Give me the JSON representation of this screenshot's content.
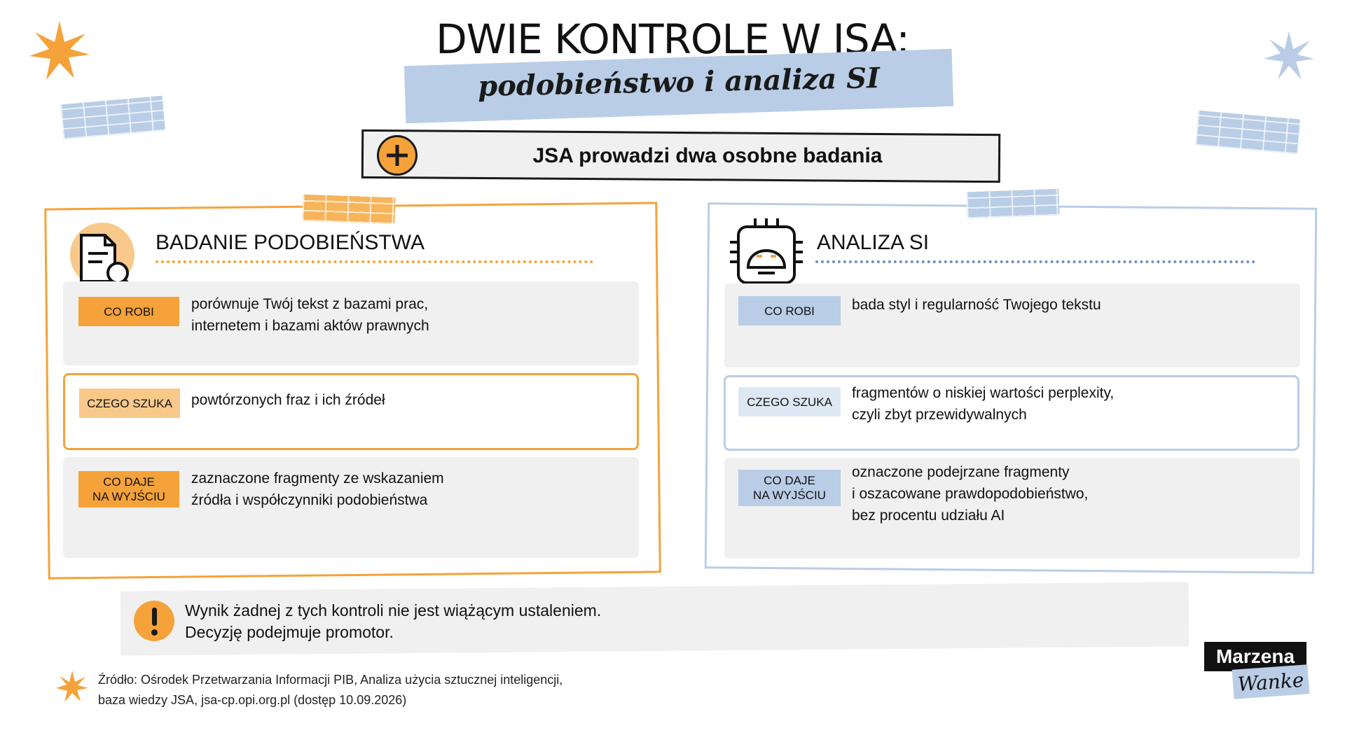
{
  "header": {
    "title": "DWIE KONTROLE W JSA:",
    "subtitle": "podobieństwo i analiza SI"
  },
  "banner": {
    "text": "JSA prowadzi dwa osobne badania",
    "icon": "plus-circle-icon"
  },
  "left_panel": {
    "title": "BADANIE PODOBIEŃSTWA",
    "icon": "document-magnifier-icon",
    "rows": [
      {
        "tag": "CO ROBI",
        "text": "porównuje Twój tekst z bazami prac,\ninternetem i bazami aktów prawnych"
      },
      {
        "tag": "CZEGO SZUKA",
        "text": "powtórzonych fraz i ich źródeł"
      },
      {
        "tag": "CO DAJE\nNA WYJŚCIU",
        "text": "zaznaczone fragmenty ze wskazaniem\nźródła i współczynniki podobieństwa"
      }
    ]
  },
  "right_panel": {
    "title": "ANALIZA SI",
    "icon": "ai-chip-face-icon",
    "rows": [
      {
        "tag": "CO ROBI",
        "text": "bada styl i regularność Twojego tekstu"
      },
      {
        "tag": "CZEGO SZUKA",
        "text": "fragmentów o niskiej wartości perplexity,\nczyli zbyt przewidywalnych"
      },
      {
        "tag": "CO DAJE\nNA WYJŚCIU",
        "text": "oznaczone podejrzane fragmenty\ni oszacowane prawdopodobieństwo,\nbez procentu udziału AI"
      }
    ]
  },
  "note": {
    "icon": "exclamation-icon",
    "text": "Wynik żadnej z tych kontroli nie jest wiążącym ustaleniem.\nDecyzję podejmuje promotor."
  },
  "source": {
    "text": "Źródło: Ośrodek Przetwarzania Informacji PIB, Analiza użycia sztucznej inteligencji,\nbaza wiedzy JSA, jsa-cp.opi.org.pl (dostęp 10.09.2026)"
  },
  "logo": {
    "line1": "Marzena",
    "line2": "Wanke"
  },
  "colors": {
    "orange": "#f5a23a",
    "blue": "#b9cde6",
    "grey_card": "#f0f0f0",
    "dark": "#1a1a1a"
  }
}
